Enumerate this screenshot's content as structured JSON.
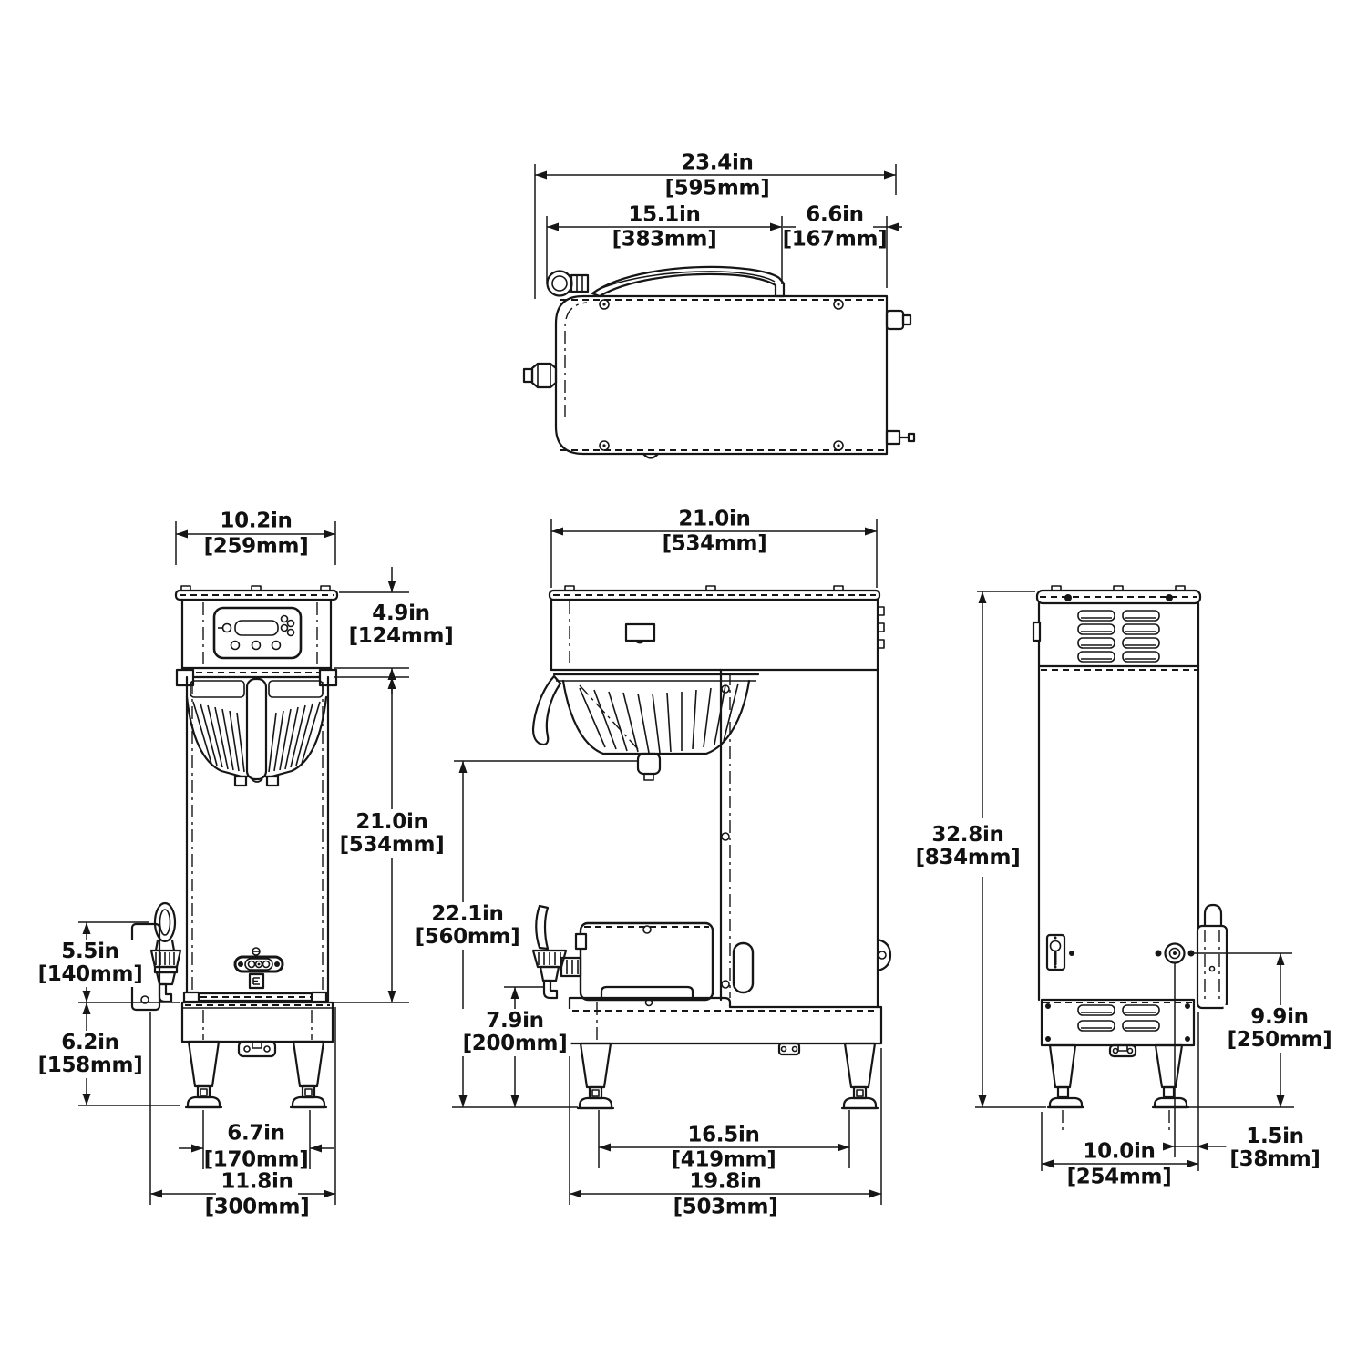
{
  "drawing": {
    "type": "multi-view dimensioned technical drawing",
    "subject": "coffee brewer with server",
    "units": "inches and millimeters"
  },
  "dims": {
    "top_overall": {
      "in": "23.4in",
      "mm": "[595mm]"
    },
    "top_lid": {
      "in": "15.1in",
      "mm": "[383mm]"
    },
    "top_rear": {
      "in": "6.6in",
      "mm": "[167mm]"
    },
    "front_width": {
      "in": "10.2in",
      "mm": "[259mm]"
    },
    "front_panel": {
      "in": "4.9in",
      "mm": "[124mm]"
    },
    "front_body": {
      "in": "21.0in",
      "mm": "[534mm]"
    },
    "front_faucet": {
      "in": "5.5in",
      "mm": "[140mm]"
    },
    "front_base": {
      "in": "6.2in",
      "mm": "[158mm]"
    },
    "front_feet": {
      "in": "6.7in",
      "mm": "[170mm]"
    },
    "front_overall": {
      "in": "11.8in",
      "mm": "[300mm]"
    },
    "side_width": {
      "in": "21.0in",
      "mm": "[534mm]"
    },
    "side_height": {
      "in": "22.1in",
      "mm": "[560mm]"
    },
    "side_faucet": {
      "in": "7.9in",
      "mm": "[200mm]"
    },
    "side_feet": {
      "in": "16.5in",
      "mm": "[419mm]"
    },
    "side_depth": {
      "in": "19.8in",
      "mm": "[503mm]"
    },
    "rear_height": {
      "in": "32.8in",
      "mm": "[834mm]"
    },
    "rear_inlet": {
      "in": "9.9in",
      "mm": "[250mm]"
    },
    "rear_width": {
      "in": "10.0in",
      "mm": "[254mm]"
    },
    "rear_offset": {
      "in": "1.5in",
      "mm": "[38mm]"
    }
  }
}
